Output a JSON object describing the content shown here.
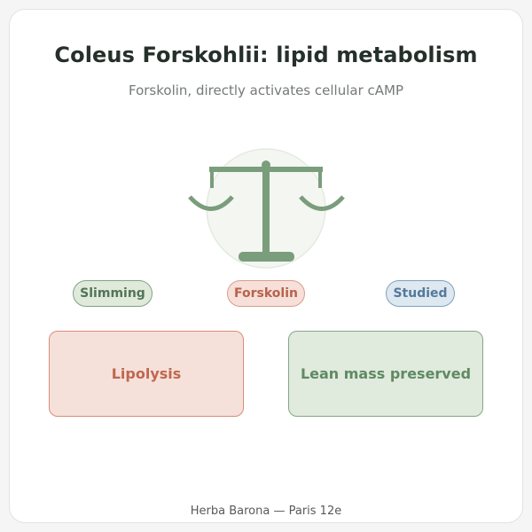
{
  "title": "Coleus Forskohlii: lipid metabolism",
  "subtitle": "Forskolin, directly activates cellular cAMP",
  "icon": "balance-scale-icon",
  "tags": [
    {
      "label": "Slimming",
      "color": "#547458"
    },
    {
      "label": "Forskolin",
      "color": "#b8624d"
    },
    {
      "label": "Studied",
      "color": "#55799a"
    }
  ],
  "boxes": [
    {
      "label": "Lipolysis",
      "color": "#c0674f"
    },
    {
      "label": "Lean mass preserved",
      "color": "#5f8a62"
    }
  ],
  "footer": "Herba Barona — Paris 12e",
  "colors": {
    "scale": "#7a9d7c",
    "circle": "#eef3ec",
    "title": "#25302b"
  }
}
